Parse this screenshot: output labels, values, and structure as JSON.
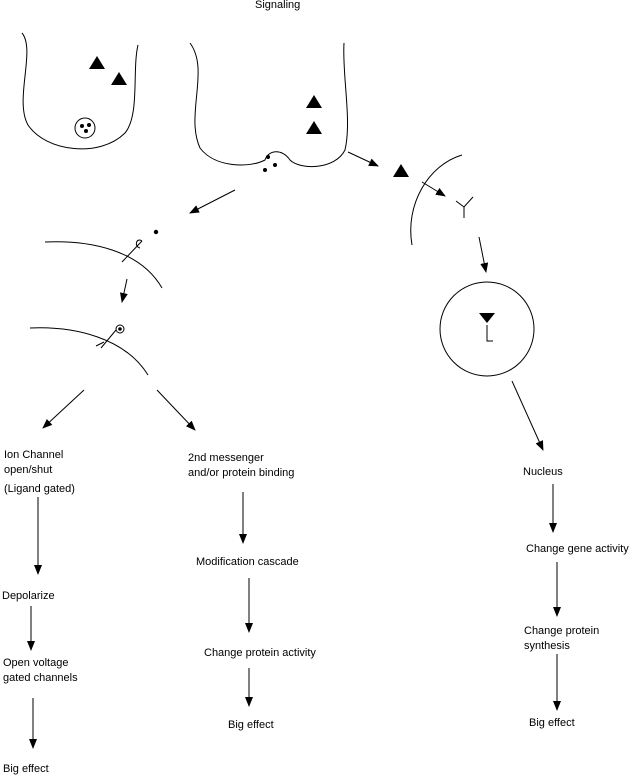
{
  "title": "Signaling",
  "labels": {
    "ion_channel": "Ion Channel\nopen/shut",
    "ligand_gated": "(Ligand gated)",
    "depolarize": "Depolarize",
    "open_voltage": "Open voltage\ngated channels",
    "big_effect_left": "Big effect",
    "second_messenger": "2nd messenger\nand/or protein binding",
    "modification_cascade": "Modification cascade",
    "change_protein_activity": "Change protein activity",
    "big_effect_middle": "Big effect",
    "nucleus": "Nucleus",
    "change_gene_activity": "Change gene activity",
    "change_protein_synthesis": "Change protein\nsynthesis",
    "big_effect_right": "Big effect"
  }
}
